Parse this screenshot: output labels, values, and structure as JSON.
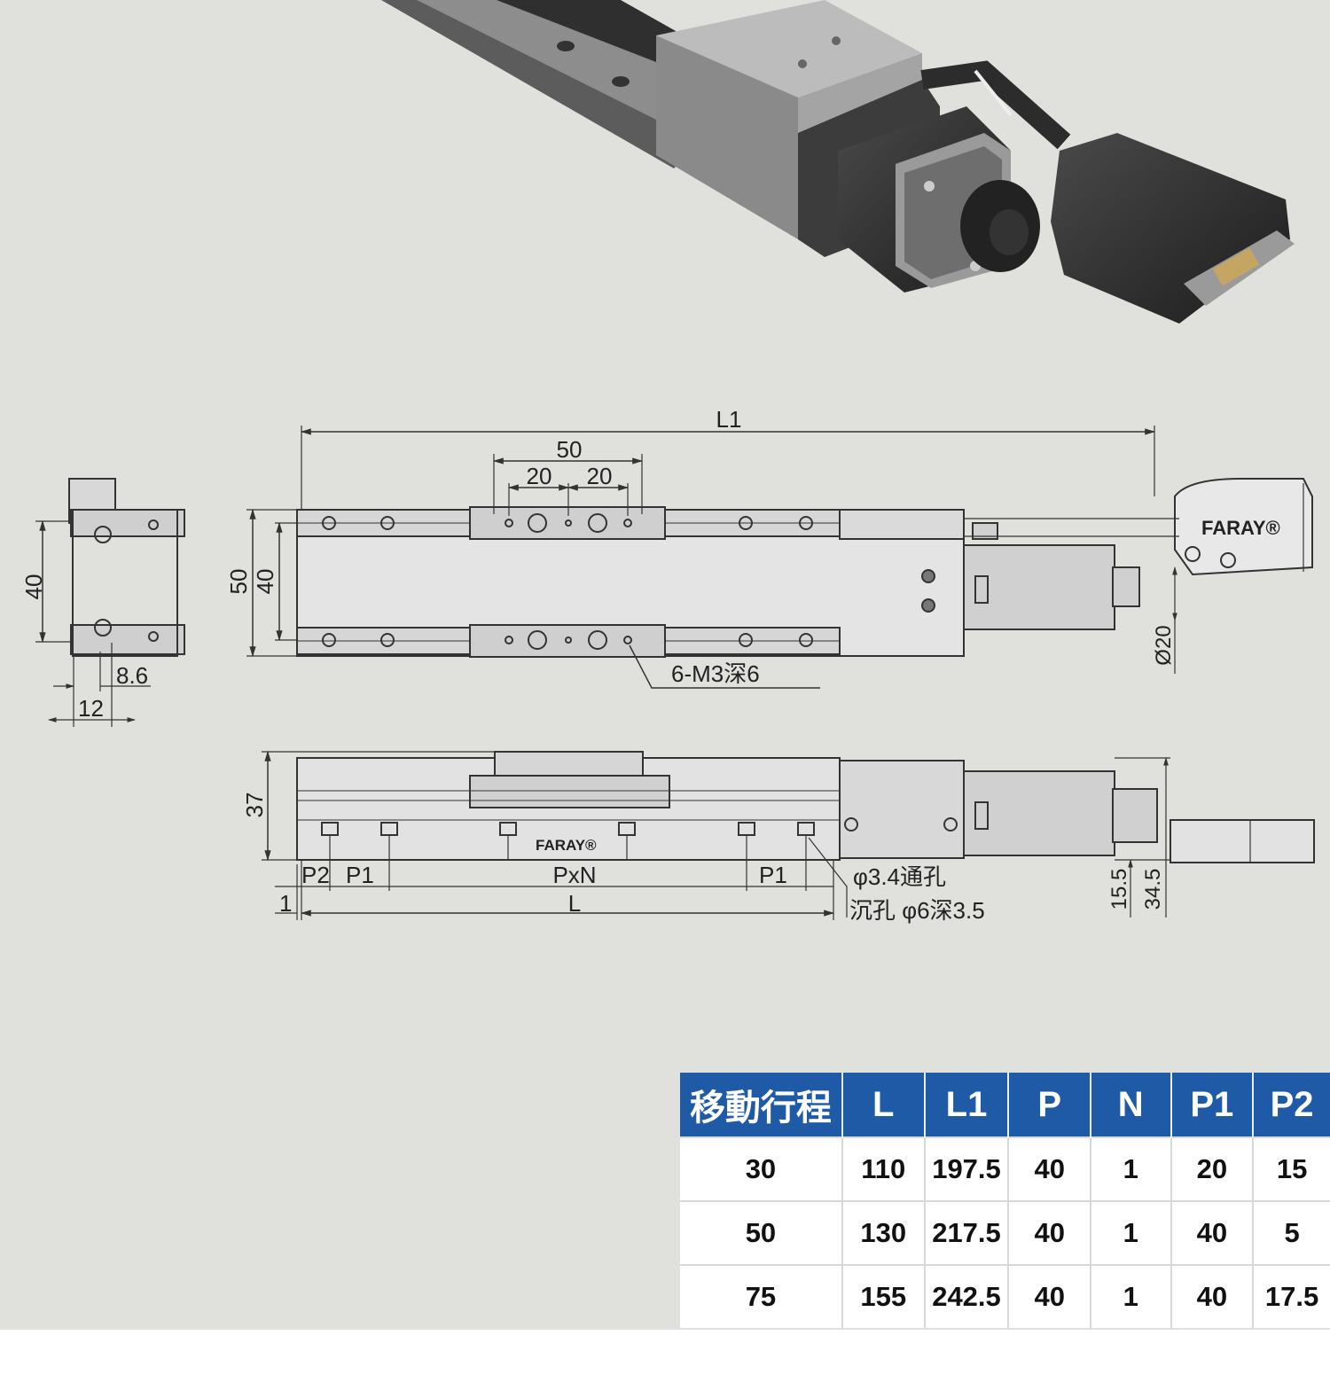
{
  "colors": {
    "background": "#e0e0dc",
    "table_header": "#1f5aa6",
    "line": "#333333"
  },
  "top_view": {
    "dim_L1": "L1",
    "dim_50_top": "50",
    "dim_20_left": "20",
    "dim_20_right": "20",
    "dim_50_side": "50",
    "dim_40_side": "40",
    "hole_callout": "6-M3深6",
    "dim_d20": "Ø20",
    "brand": "FARAY®"
  },
  "end_view": {
    "dim_40": "40",
    "dim_8_6": "8.6",
    "dim_12": "12"
  },
  "side_view": {
    "dim_37": "37",
    "dim_P2": "P2",
    "dim_P1_left": "P1",
    "dim_PxN": "PxN",
    "dim_P1_right": "P1",
    "dim_1": "1",
    "dim_L": "L",
    "hole_note_1": "φ3.4通孔",
    "hole_note_2": "沉孔 φ6深3.5",
    "dim_15_5": "15.5",
    "dim_34_5": "34.5",
    "brand": "FARAY®"
  },
  "spec_table": {
    "headers": [
      "移動行程",
      "L",
      "L1",
      "P",
      "N",
      "P1",
      "P2"
    ],
    "rows": [
      [
        "30",
        "110",
        "197.5",
        "40",
        "1",
        "20",
        "15"
      ],
      [
        "50",
        "130",
        "217.5",
        "40",
        "1",
        "40",
        "5"
      ],
      [
        "75",
        "155",
        "242.5",
        "40",
        "1",
        "40",
        "17.5"
      ]
    ]
  }
}
